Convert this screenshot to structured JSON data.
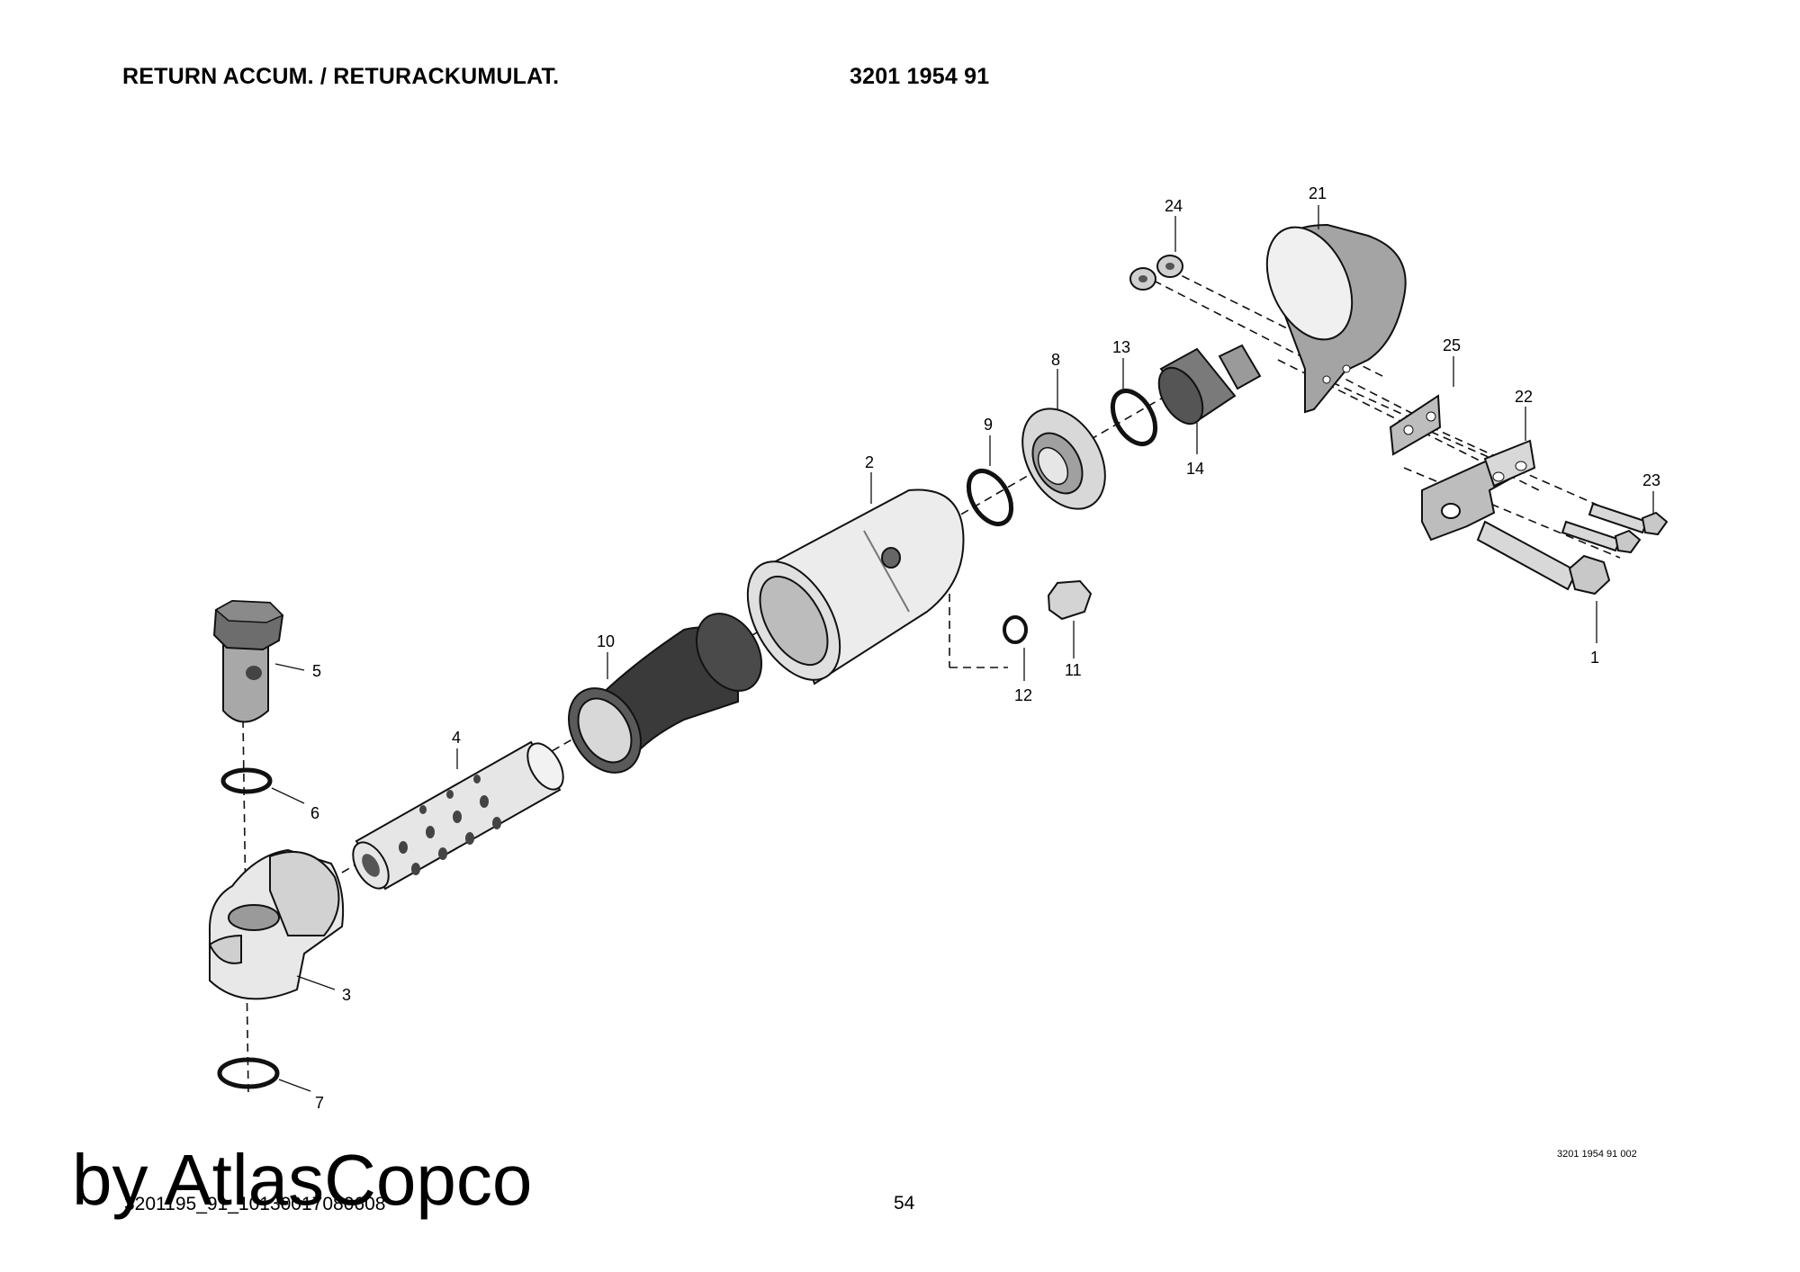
{
  "header": {
    "title": "RETURN ACCUM. / RETURACKUMULAT.",
    "part_number": "3201 1954 91"
  },
  "callouts": [
    "1",
    "2",
    "3",
    "4",
    "5",
    "6",
    "7",
    "8",
    "9",
    "10",
    "11",
    "12",
    "13",
    "14",
    "21",
    "22",
    "23",
    "24",
    "25"
  ],
  "footer": {
    "drawing_ref": "3201 1954 91 002",
    "document_id": "3201195_91_10130017080608",
    "page_number": "54",
    "brand_watermark": "by AtlasCopco"
  }
}
